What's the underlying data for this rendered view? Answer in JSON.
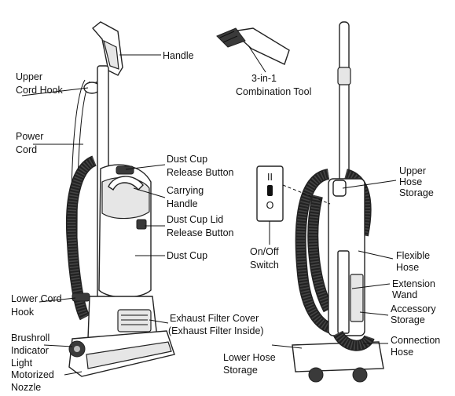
{
  "labels": {
    "handle": [
      "Handle"
    ],
    "upper_cord_hook": [
      "Upper",
      "Cord Hook"
    ],
    "combination_tool": [
      "3-in-1",
      "Combination Tool"
    ],
    "power_cord": [
      "Power",
      "Cord"
    ],
    "dust_cup_release": [
      "Dust Cup",
      "Release Button"
    ],
    "carrying_handle": [
      "Carrying",
      "Handle"
    ],
    "dust_cup_lid_release": [
      "Dust Cup Lid",
      "Release Button"
    ],
    "dust_cup": [
      "Dust Cup"
    ],
    "lower_cord_hook": [
      "Lower Cord",
      "Hook"
    ],
    "exhaust_filter": [
      "Exhaust Filter Cover",
      "(Exhaust Filter Inside)"
    ],
    "brushroll_light": [
      "Brushroll",
      "Indicator",
      "Light"
    ],
    "motorized_nozzle": [
      "Motorized",
      "Nozzle"
    ],
    "upper_hose_storage": [
      "Upper",
      "Hose",
      "Storage"
    ],
    "on_off_switch": [
      "On/Off",
      "Switch"
    ],
    "flexible_hose": [
      "Flexible",
      "Hose"
    ],
    "extension_wand": [
      "Extension",
      "Wand"
    ],
    "accessory_storage": [
      "Accessory",
      "Storage"
    ],
    "lower_hose_storage": [
      "Lower Hose",
      "Storage"
    ],
    "connection_hose": [
      "Connection",
      "Hose"
    ]
  },
  "switch_marks": {
    "top": "II",
    "bottom": "O"
  }
}
